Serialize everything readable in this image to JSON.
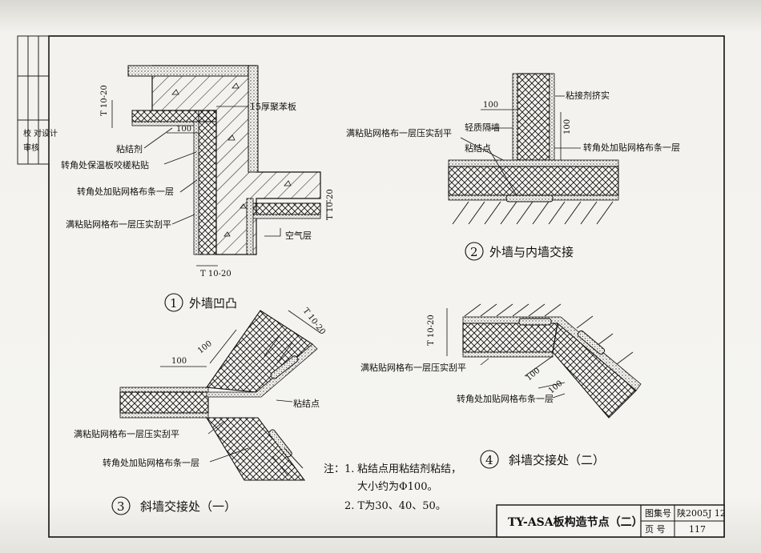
{
  "side_stamp": [
    "校",
    "对",
    "设计",
    "审核"
  ],
  "detail1": {
    "number": "1",
    "caption": "外墙凹凸",
    "labels": {
      "t_top": "T 10-20",
      "eps": "15厚聚苯板",
      "dim100": "100",
      "adhesive": "粘结剂",
      "corner_bond": "转角处保温板咬槎粘贴",
      "corner_mesh": "转角处加贴网格布条一层",
      "full_mesh": "满粘贴网格布一层压实刮平",
      "t_right": "T 10-20",
      "air": "空气层",
      "t_bottom": "T  10-20"
    }
  },
  "detail2": {
    "number": "2",
    "caption": "外墙与内墙交接",
    "labels": {
      "dim100": "100",
      "fill": "粘接剂挤实",
      "light_wall": "轻质隔墙",
      "full_mesh": "满粘贴网格布一层压实刮平",
      "spot": "粘结点",
      "dim100v": "100",
      "corner_mesh": "转角处加贴网格布条一层"
    }
  },
  "detail3": {
    "number": "3",
    "caption": "斜墙交接处（一）",
    "labels": {
      "dim100a": "100",
      "dim100b": "100",
      "t": "T 10-20",
      "spot": "粘结点",
      "full_mesh": "满粘贴网格布一层压实刮平",
      "corner_mesh": "转角处加贴网格布条一层"
    }
  },
  "detail4": {
    "number": "4",
    "caption": "斜墙交接处（二）",
    "labels": {
      "t": "T 10-20",
      "full_mesh": "满粘贴网格布一层压实刮平",
      "dim100a": "100",
      "dim100b": "100",
      "corner_mesh": "转角处加贴网格布条一层"
    }
  },
  "notes": {
    "prefix": "注：1.",
    "line1": "粘结点用粘结剂粘结，",
    "line2": "大小约为Φ100。",
    "line3": "2. T为30、40、50。"
  },
  "title_block": {
    "title": "TY-ASA板构造节点（二）",
    "atlas_label": "图集号",
    "atlas_value": "陕2005J 12",
    "page_label": "页  号",
    "page_value": "117"
  }
}
